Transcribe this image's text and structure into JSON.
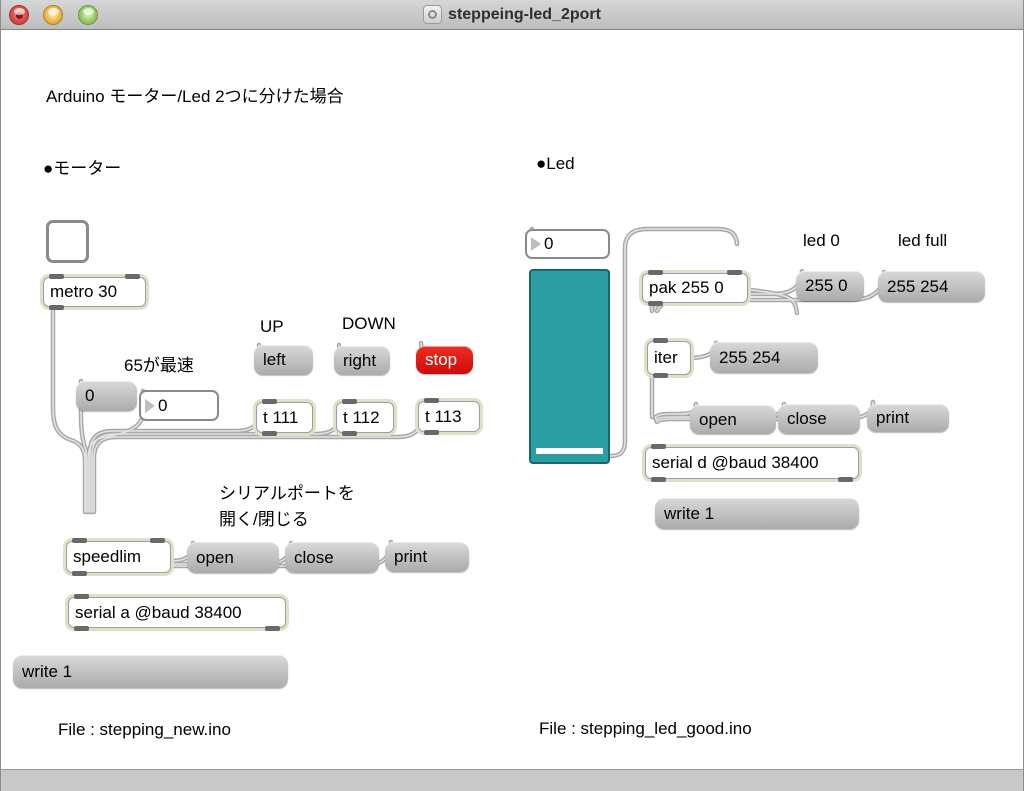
{
  "window": {
    "title": "steppeing-led_2port"
  },
  "header_comment": "Arduino モーター/Led 2つに分けた場合",
  "motor": {
    "section_label": "●モーター",
    "metro_box": "metro 30",
    "speed_note": "65が最速",
    "up_label": "UP",
    "down_label": "DOWN",
    "msg_zero": "0",
    "number_value": "0",
    "msg_left": "left",
    "msg_right": "right",
    "msg_stop": "stop",
    "t111_box": "t 111",
    "t112_box": "t 112",
    "t113_box": "t 113",
    "serial_note_line1": "シリアルポートを",
    "serial_note_line2": "開く/閉じる",
    "speedlim_box": "speedlim",
    "msg_open": "open",
    "msg_close": "close",
    "msg_print": "print",
    "serial_box": "serial a @baud 38400",
    "msg_write": "write 1",
    "file_comment": "File : stepping_new.ino"
  },
  "led": {
    "section_label": "●Led",
    "number_value": "0",
    "pak_box": "pak 255 0",
    "led0_label": "led 0",
    "ledfull_label": "led full",
    "msg_led0": "255 0",
    "msg_ledfull": "255 254",
    "msg_255254": "255 254",
    "iter_box": "iter",
    "msg_open": "open",
    "msg_close": "close",
    "msg_print": "print",
    "serial_box": "serial d @baud 38400",
    "msg_write": "write 1",
    "file_comment": "File : stepping_led_good.ino"
  },
  "colors": {
    "slider_teal": "#2b9ea4",
    "stop_red": "#e21414",
    "object_ring": "#dbe2c6"
  }
}
